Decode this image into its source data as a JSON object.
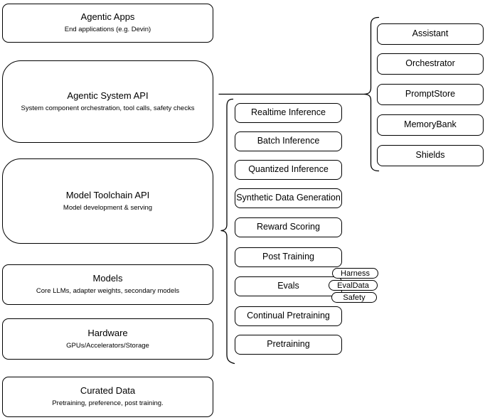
{
  "colors": {
    "stroke": "#000000",
    "background": "#ffffff",
    "text": "#000000"
  },
  "left_column": {
    "boxes": [
      {
        "title": "Agentic Apps",
        "subtitle": "End applications (e.g. Devin)"
      },
      {
        "title": "Agentic System API",
        "subtitle": "System component orchestration, tool calls, safety checks"
      },
      {
        "title": "Model Toolchain API",
        "subtitle": "Model development & serving"
      },
      {
        "title": "Models",
        "subtitle": "Core LLMs, adapter weights, secondary models"
      },
      {
        "title": "Hardware",
        "subtitle": "GPUs/Accelerators/Storage"
      },
      {
        "title": "Curated Data",
        "subtitle": "Pretraining, preference, post training."
      }
    ]
  },
  "middle_column": {
    "boxes": [
      {
        "label": "Realtime Inference"
      },
      {
        "label": "Batch Inference"
      },
      {
        "label": "Quantized Inference"
      },
      {
        "label": "Synthetic Data Generation"
      },
      {
        "label": "Reward Scoring"
      },
      {
        "label": "Post Training"
      },
      {
        "label": "Evals"
      },
      {
        "label": "Continual Pretraining"
      },
      {
        "label": "Pretraining"
      }
    ]
  },
  "evals_tags": {
    "pills": [
      {
        "label": "Harness"
      },
      {
        "label": "EvalData"
      },
      {
        "label": "Safety"
      }
    ]
  },
  "right_column": {
    "boxes": [
      {
        "label": "Assistant"
      },
      {
        "label": "Orchestrator"
      },
      {
        "label": "PromptStore"
      },
      {
        "label": "MemoryBank"
      },
      {
        "label": "Shields"
      }
    ]
  }
}
